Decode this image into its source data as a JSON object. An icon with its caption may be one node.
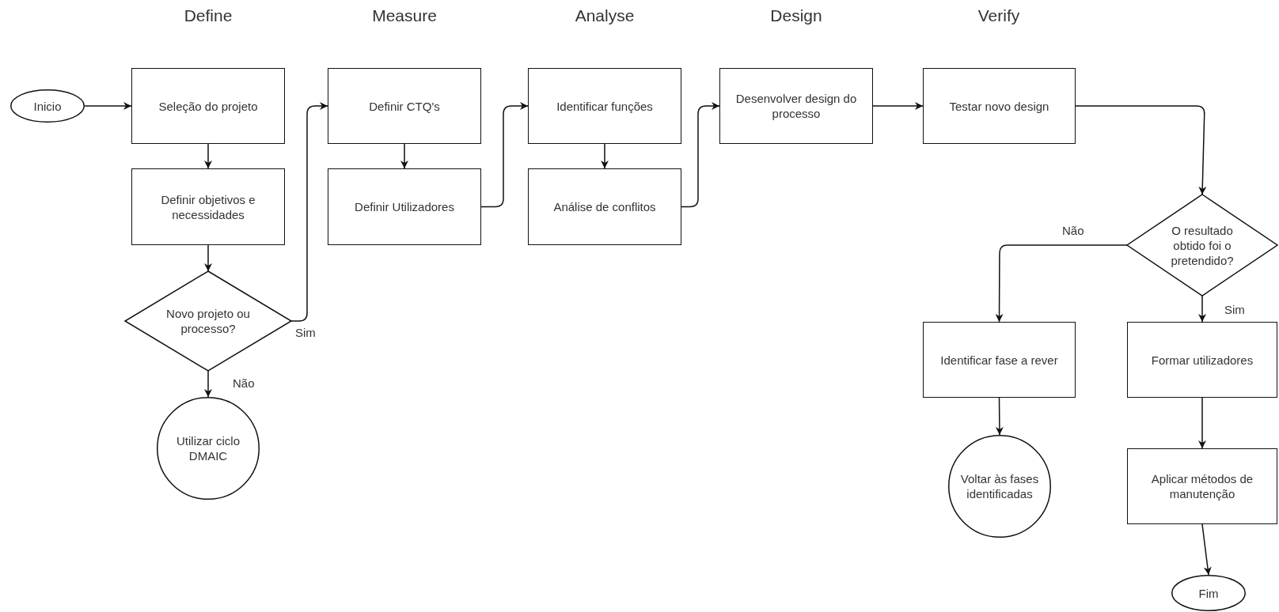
{
  "diagram": {
    "nodes": [
      {
        "text": [
          "Inicio"
        ]
      },
      {
        "text": [
          "Seleção do projeto"
        ]
      },
      {
        "text": [
          "Definir objetivos e necessidades"
        ]
      },
      {
        "text": [
          "Novo projeto ou processo?"
        ]
      },
      {
        "text": [
          "Utilizar ciclo DMAIC"
        ]
      },
      {
        "text": [
          "Definir CTQ's"
        ]
      },
      {
        "text": [
          "Definir Utilizadores"
        ]
      },
      {
        "text": [
          "Identificar funções"
        ]
      },
      {
        "text": [
          "Análise de conflitos"
        ]
      },
      {
        "text": [
          "Desenvolver design do processo"
        ]
      },
      {
        "text": [
          "Testar novo design"
        ]
      },
      {
        "text": [
          "O resultado obtido foi o pretendido?"
        ]
      },
      {
        "text": [
          "Identificar fase a rever"
        ]
      },
      {
        "text": [
          "Voltar às fases identificadas"
        ]
      },
      {
        "text": [
          "Formar utilizadores"
        ]
      },
      {
        "text": [
          "Aplicar métodos de manutenção"
        ]
      },
      {
        "text": [
          "Fim"
        ]
      }
    ],
    "edges": [
      {
        "from": 0,
        "to": 1,
        "arrow": "to"
      },
      {
        "from": 1,
        "to": 2,
        "arrow": "to"
      },
      {
        "from": 2,
        "to": 3,
        "arrow": "to"
      },
      {
        "from": 3,
        "to": 5,
        "arrow": "to",
        "label": "Sim"
      },
      {
        "from": 3,
        "to": 4,
        "arrow": "to",
        "label": "Não"
      },
      {
        "from": 5,
        "to": 6,
        "arrow": "to"
      },
      {
        "from": 6,
        "to": 7,
        "arrow": "to"
      },
      {
        "from": 7,
        "to": 8,
        "arrow": "to"
      },
      {
        "from": 8,
        "to": 9,
        "arrow": "to"
      },
      {
        "from": 9,
        "to": 10,
        "arrow": "to"
      },
      {
        "from": 10,
        "to": 11,
        "arrow": "to"
      },
      {
        "from": 11,
        "to": 12,
        "arrow": "to",
        "label": "Não"
      },
      {
        "from": 11,
        "to": 14,
        "arrow": "to",
        "label": "Sim"
      },
      {
        "from": 12,
        "to": 13,
        "arrow": "to"
      },
      {
        "from": 14,
        "to": 15,
        "arrow": "to"
      },
      {
        "from": 15,
        "to": 16,
        "arrow": "to"
      }
    ],
    "labels": [
      "Define",
      "Measure",
      "Analyse",
      "Design",
      "Verify"
    ]
  }
}
